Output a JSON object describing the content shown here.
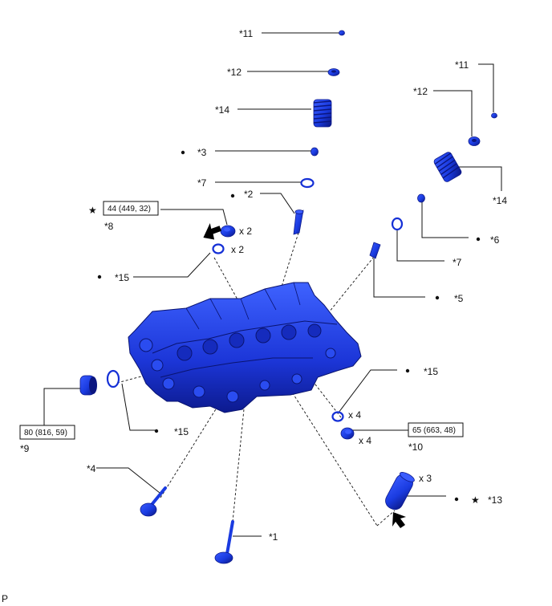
{
  "labels": {
    "c11a": "*11",
    "c12a": "*12",
    "c14a": "*14",
    "c3": "*3",
    "c7a": "*7",
    "c2": "*2",
    "c8": "*8",
    "c15a": "*15",
    "c11b": "*11",
    "c12b": "*12",
    "c14b": "*14",
    "c6": "*6",
    "c7b": "*7",
    "c5": "*5",
    "c15b": "*15",
    "c15c": "*15",
    "c9": "*9",
    "c10": "*10",
    "c4": "*4",
    "c1": "*1",
    "c13": "*13"
  },
  "quantities": {
    "x2_cap": "x 2",
    "x2_ring": "x 2",
    "x4_ring": "x 4",
    "x4_plug": "x 4",
    "x3": "x 3"
  },
  "torque": {
    "t8": "44 (449, 32)",
    "t9": "80 (816, 59)",
    "t10": "65 (663, 48)"
  },
  "marks": {
    "star": "★"
  },
  "footer": {
    "code": "P"
  },
  "colors": {
    "part_blue": "#1a3be0",
    "part_dark": "#0b1680",
    "line": "#111111"
  }
}
